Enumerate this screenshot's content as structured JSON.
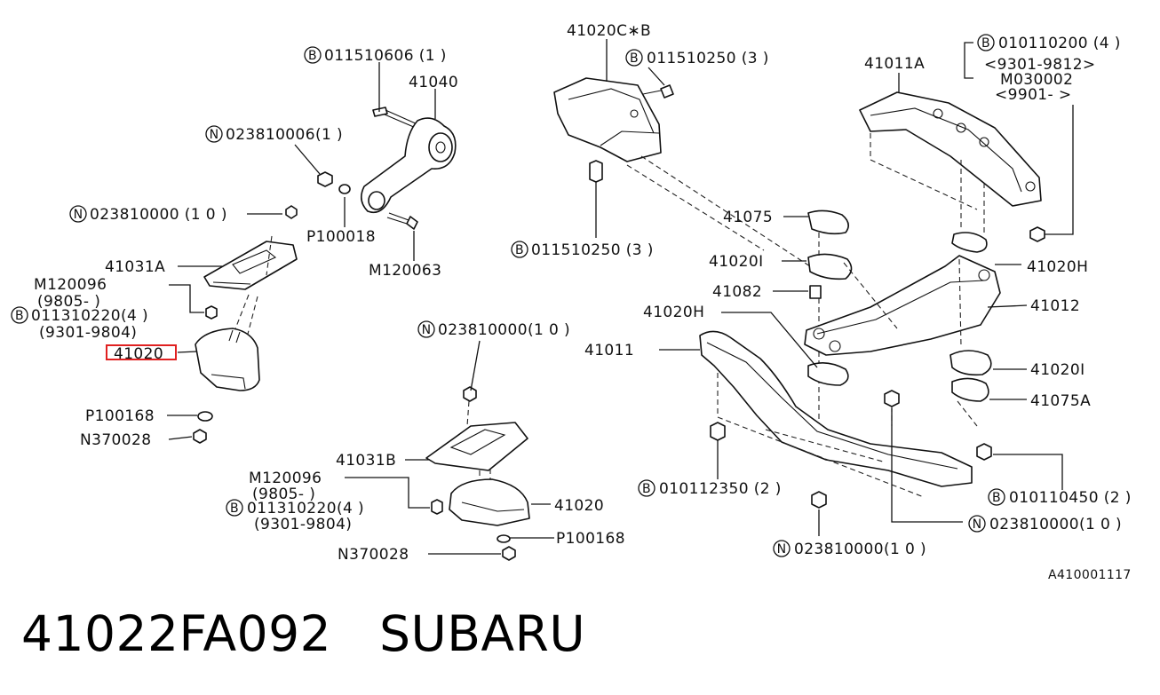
{
  "footer": {
    "part_number": "41022FA092",
    "brand": "SUBARU"
  },
  "diagram_code": "A410001117",
  "badges": {
    "b": "B",
    "n": "N"
  },
  "labels": {
    "l_011510606": "011510606 (1  )",
    "l_41040": "41040",
    "l_023810006": "023810006(1  )",
    "l_023810000_a": "023810000 (1 0 )",
    "l_p100018": "P100018",
    "l_m120063": "M120063",
    "l_41031a": "41031A",
    "l_m120096_a": "M120096",
    "l_9805_a": "(9805-    )",
    "l_011310220_a": "011310220(4 )",
    "l_9301_9804_a": "(9301-9804)",
    "l_41020_hl": "41020",
    "l_p100168_a": "P100168",
    "l_n370028_a": "N370028",
    "l_41020cb": "41020C∗B",
    "l_011510250_a": "011510250 (3  )",
    "l_011510250_b": "011510250 (3  )",
    "l_41011a": "41011A",
    "l_010110200": "010110200 (4  )",
    "l_9301_9812": "<9301-9812>",
    "l_m030002": "M030002",
    "l_9901": "<9901-     >",
    "l_41075": "41075",
    "l_41020i_a": "41020I",
    "l_41082": "41082",
    "l_41020h_a": "41020H",
    "l_41020h_b": "41020H",
    "l_41012": "41012",
    "l_41011": "41011",
    "l_41020i_b": "41020I",
    "l_41075a": "41075A",
    "l_023810000_b": "023810000(1 0 )",
    "l_41031b": "41031B",
    "l_m120096_b": "M120096",
    "l_9805_b": "(9805-    )",
    "l_011310220_b": "011310220(4  )",
    "l_9301_9804_b": "(9301-9804)",
    "l_41020_b": "41020",
    "l_p100168_b": "P100168",
    "l_n370028_b": "N370028",
    "l_010112350": "010112350 (2  )",
    "l_023810000_c": "023810000(1 0 )",
    "l_023810000_d": "023810000(1 0 )",
    "l_010110450": "010110450 (2  )"
  },
  "colors": {
    "highlight": "#e02020",
    "ink": "#111111"
  }
}
